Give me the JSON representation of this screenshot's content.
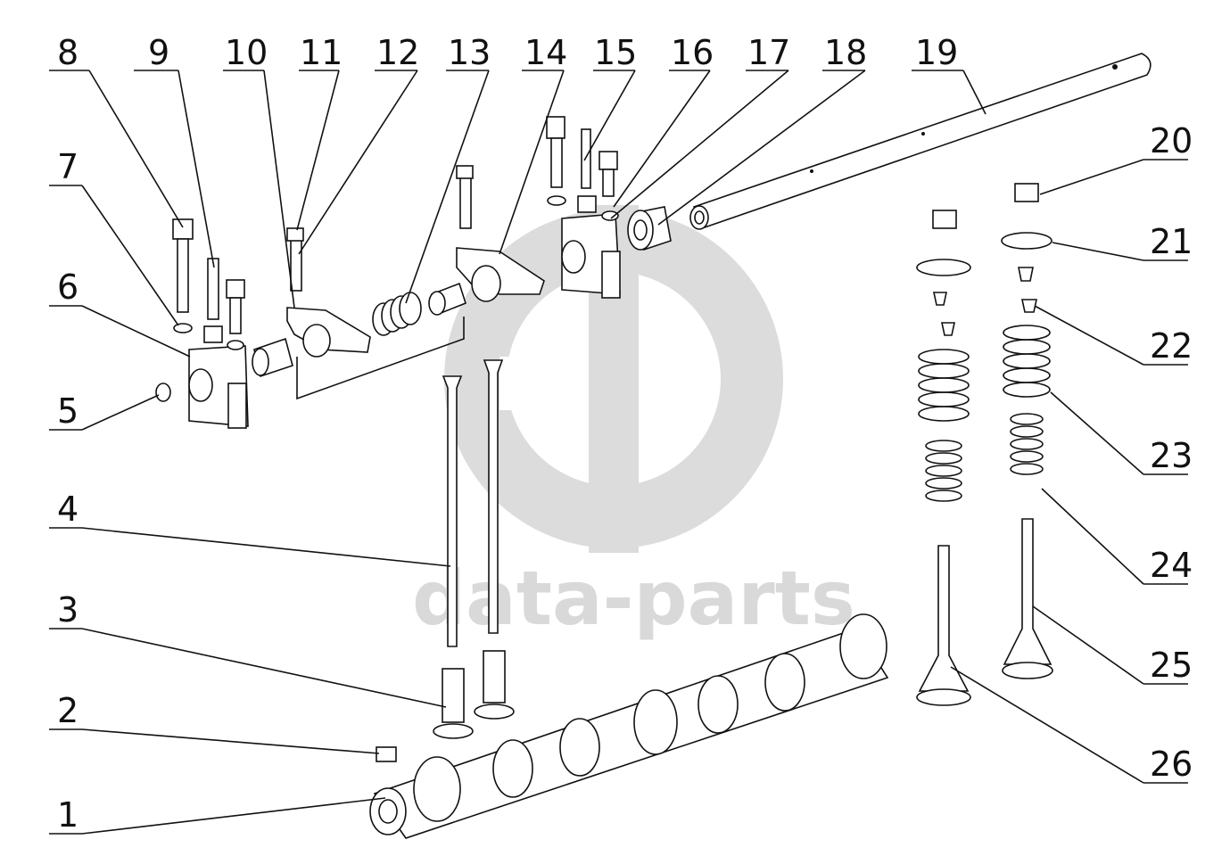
{
  "watermark": {
    "text": "data-parts",
    "color": "#d6d6d6"
  },
  "callouts": [
    {
      "id": "callout-1",
      "label": "1"
    },
    {
      "id": "callout-2",
      "label": "2"
    },
    {
      "id": "callout-3",
      "label": "3"
    },
    {
      "id": "callout-4",
      "label": "4"
    },
    {
      "id": "callout-5",
      "label": "5"
    },
    {
      "id": "callout-6",
      "label": "6"
    },
    {
      "id": "callout-7",
      "label": "7"
    },
    {
      "id": "callout-8",
      "label": "8"
    },
    {
      "id": "callout-9",
      "label": "9"
    },
    {
      "id": "callout-10",
      "label": "10"
    },
    {
      "id": "callout-11",
      "label": "11"
    },
    {
      "id": "callout-12",
      "label": "12"
    },
    {
      "id": "callout-13",
      "label": "13"
    },
    {
      "id": "callout-14",
      "label": "14"
    },
    {
      "id": "callout-15",
      "label": "15"
    },
    {
      "id": "callout-16",
      "label": "16"
    },
    {
      "id": "callout-17",
      "label": "17"
    },
    {
      "id": "callout-18",
      "label": "18"
    },
    {
      "id": "callout-19",
      "label": "19"
    },
    {
      "id": "callout-20",
      "label": "20"
    },
    {
      "id": "callout-21",
      "label": "21"
    },
    {
      "id": "callout-22",
      "label": "22"
    },
    {
      "id": "callout-23",
      "label": "23"
    },
    {
      "id": "callout-24",
      "label": "24"
    },
    {
      "id": "callout-25",
      "label": "25"
    },
    {
      "id": "callout-26",
      "label": "26"
    }
  ]
}
